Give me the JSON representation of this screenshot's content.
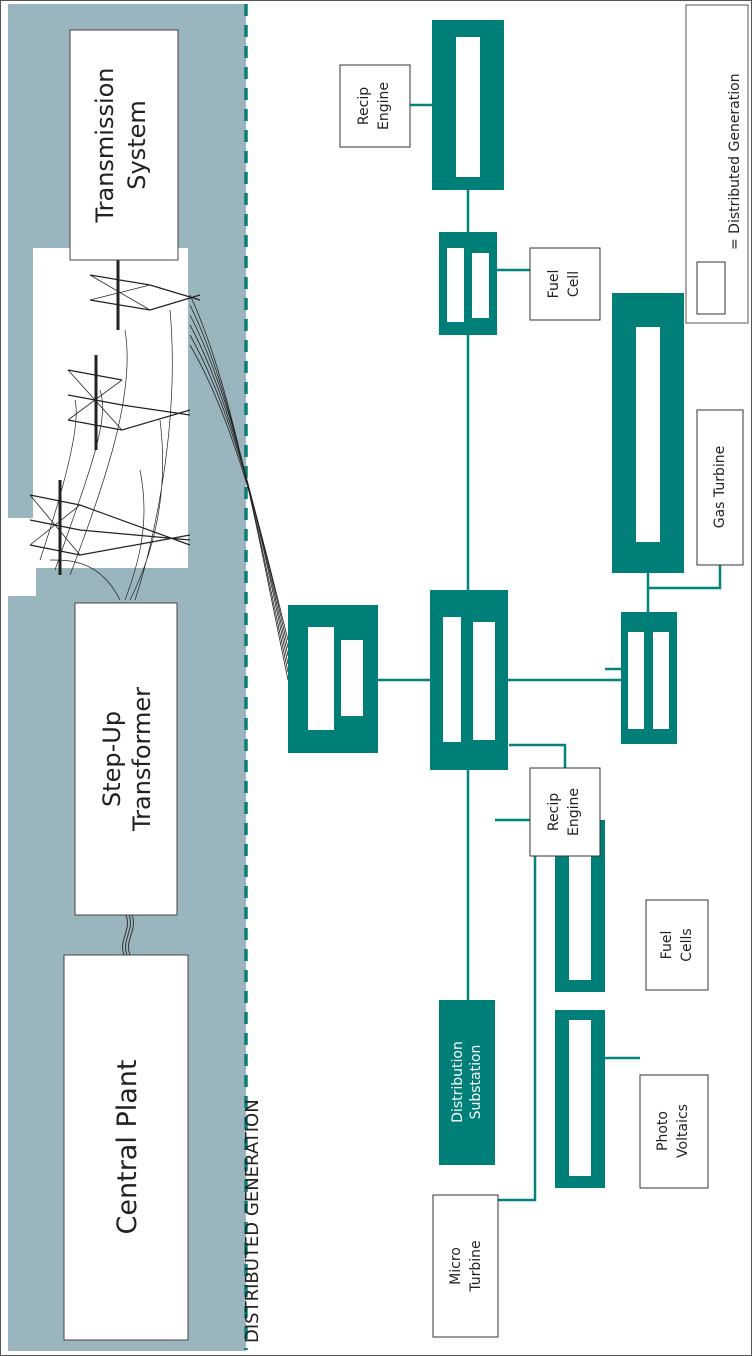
{
  "colors": {
    "panel_bg": "#9bb5be",
    "teal": "#007f78",
    "line": "#00857d",
    "dash": "#0a7d75",
    "border": "#555555",
    "tower": "#222222"
  },
  "central": {
    "central_plant": "Central Plant",
    "step_up_line1": "Step-Up",
    "step_up_line2": "Transformer",
    "transmission_line1": "Transmission",
    "transmission_line2": "System"
  },
  "section_label": "DISTRIBUTED GENERATION",
  "distribution": {
    "substation_line1": "Distribution",
    "substation_line2": "Substation"
  },
  "sources": {
    "recip_top_1": "Recip",
    "recip_top_2": "Engine",
    "fuel_cell_1": "Fuel",
    "fuel_cell_2": "Cell",
    "gas_turbine": "Gas Turbine",
    "recip_mid_1": "Recip",
    "recip_mid_2": "Engine",
    "fuel_cells_1": "Fuel",
    "fuel_cells_2": "Cells",
    "photo_1": "Photo",
    "photo_2": "Voltaics",
    "micro_1": "Micro",
    "micro_2": "Turbine"
  },
  "legend": {
    "text": "= Distributed Generation"
  },
  "icons": [
    "transmission-tower-icon"
  ]
}
